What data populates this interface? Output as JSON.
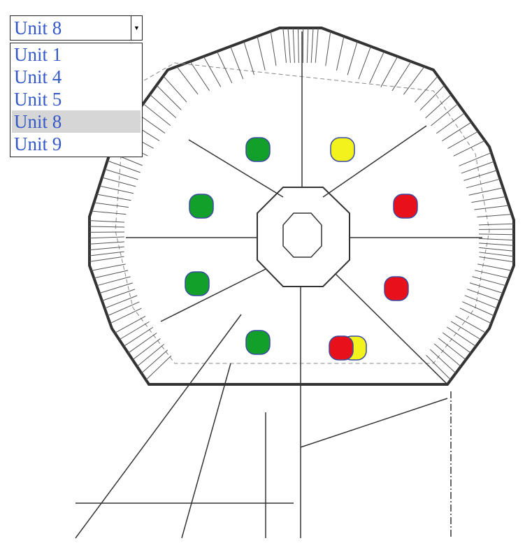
{
  "unit_select": {
    "selected": "Unit 8",
    "options": [
      "Unit 1",
      "Unit 4",
      "Unit 5",
      "Unit 8",
      "Unit 9"
    ],
    "highlighted_index": 3
  },
  "markers": {
    "colors": {
      "green": "#12a02a",
      "yellow": "#f4f21c",
      "red": "#e8101a",
      "outline": "#3a4aa0"
    },
    "statuses": [
      "green",
      "yellow",
      "green",
      "red",
      "green",
      "red",
      "green",
      "yellow",
      "red"
    ]
  }
}
